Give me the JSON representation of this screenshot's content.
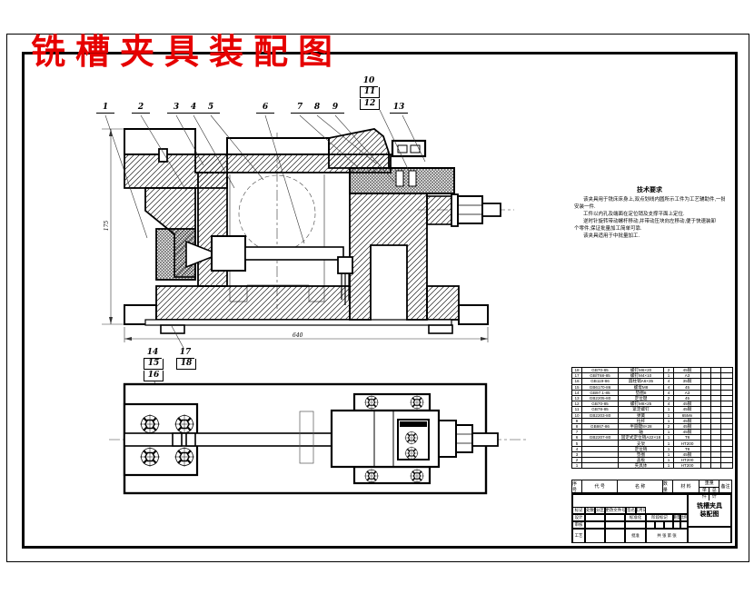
{
  "title": {
    "text": "铣槽夹具装配图",
    "color": "#e60000"
  },
  "callouts": {
    "c1": "1",
    "c2": "2",
    "c3": "3",
    "c4": "4",
    "c5": "5",
    "c6": "6",
    "c7": "7",
    "c8": "8",
    "c9": "9",
    "c10": "10",
    "c11": "11",
    "c12": "12",
    "c13": "13",
    "c14": "14",
    "c15": "15",
    "c16": "16",
    "c17": "17",
    "c18": "18"
  },
  "dimensions": {
    "overall_width": "640",
    "overall_height": "175"
  },
  "tech_requirements": {
    "heading": "技术要求",
    "lines": [
      "该夹具用于铣床床身上,双点划线内圆所示工件为工艺辅助件,一批",
      "安装一件.",
      "工件以内孔及端面在定位销及支撑平面上定位.",
      "逆时针旋转带动螺杆移动,并带动压块向左移动,便于快速装卸",
      "个零件,保证批量加工简单可靠.",
      "该夹具适用于中批量加工."
    ]
  },
  "bom": {
    "headers": {
      "no": "序号",
      "code": "代 号",
      "name": "名 称",
      "qty": "数量",
      "material": "材 料",
      "weight": "重量",
      "unit": "单件",
      "total": "总计",
      "remark": "备注"
    },
    "rows": [
      [
        "18",
        "GB70-85",
        "螺钉M6×20",
        "2",
        "45钢",
        "",
        "",
        ""
      ],
      [
        "17",
        "GB/T68-85",
        "螺钉M4×10",
        "1",
        "A3",
        "",
        "",
        ""
      ],
      [
        "16",
        "GB119-86",
        "圆柱销A6×35",
        "4",
        "35钢",
        "",
        "",
        ""
      ],
      [
        "15",
        "GB6170-86",
        "螺母M8",
        "4",
        "45",
        "",
        "",
        ""
      ],
      [
        "14",
        "GB97.1-85",
        "垫圈8",
        "4",
        "A3",
        "",
        "",
        ""
      ],
      [
        "13",
        "GB2205-80",
        "定位键",
        "2",
        "45",
        "",
        "",
        ""
      ],
      [
        "12",
        "GB70-85",
        "螺钉M8×25",
        "4",
        "45钢",
        "",
        "",
        ""
      ],
      [
        "11",
        "GB78-85",
        "紧定螺钉",
        "1",
        "45钢",
        "",
        "",
        ""
      ],
      [
        "10",
        "GB2203-80",
        "弹簧",
        "1",
        "65Mn",
        "",
        "",
        ""
      ],
      [
        "9",
        "",
        "拉杆",
        "1",
        "45钢",
        "",
        "",
        ""
      ],
      [
        "8",
        "GB867-86",
        "半圆键8×28",
        "2",
        "45钢",
        "",
        "",
        ""
      ],
      [
        "7",
        "",
        "轴",
        "1",
        "45钢",
        "",
        "",
        ""
      ],
      [
        "6",
        "GB2207-80",
        "固定式定位销A22×18",
        "1",
        "T8",
        "",
        "",
        ""
      ],
      [
        "5",
        "",
        "支架",
        "1",
        "HT200",
        "",
        "",
        ""
      ],
      [
        "4",
        "",
        "定位销",
        "1",
        "T8",
        "",
        "",
        ""
      ],
      [
        "3",
        "",
        "垫圈",
        "1",
        "45钢",
        "",
        "",
        ""
      ],
      [
        "2",
        "",
        "盖板",
        "1",
        "HT200",
        "",
        "",
        ""
      ],
      [
        "1",
        "",
        "夹具体",
        "1",
        "HT200",
        "",
        "",
        ""
      ]
    ]
  },
  "title_block": {
    "header_cells": [
      "标记",
      "处数",
      "分区",
      "更改文件号",
      "签名",
      "年月日"
    ],
    "design": "设计",
    "check": "审核",
    "process": "工艺",
    "standard": "标准化",
    "approve": "批准",
    "stage_label": "阶段标记",
    "weight_label": "重量",
    "scale_label": "比例",
    "sheet_info": "共 张 第 张",
    "name_line1": "铣槽夹具",
    "name_line2": "装配图"
  }
}
